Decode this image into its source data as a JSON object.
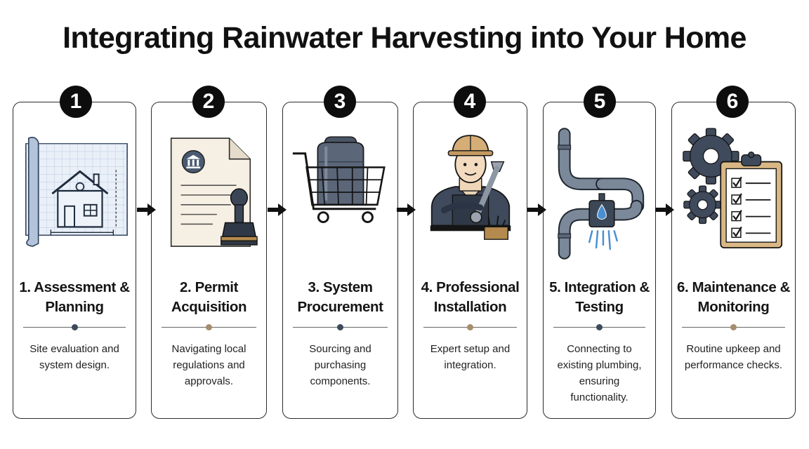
{
  "title": "Integrating Rainwater Harvesting into Your Home",
  "colors": {
    "navy_dot": "#3c4a5c",
    "tan_dot": "#a58d6c",
    "card_border": "#2b2b2b"
  },
  "steps": [
    {
      "number": "1",
      "title": "1. Assessment & Planning",
      "description": "Site evaluation and system design.",
      "icon": "house-blueprint-icon"
    },
    {
      "number": "2",
      "title": "2. Permit Acquisition",
      "description": "Navigating local regulations and approvals.",
      "icon": "permit-document-stamp-icon"
    },
    {
      "number": "3",
      "title": "3. System Procurement",
      "description": "Sourcing and purchasing components.",
      "icon": "shopping-cart-tank-icon"
    },
    {
      "number": "4",
      "title": "4. Professional Installation",
      "description": "Expert setup and integration.",
      "icon": "plumber-wrench-icon"
    },
    {
      "number": "5",
      "title": "5. Integration & Testing",
      "description": "Connecting to existing plumbing, ensuring functionality.",
      "icon": "pipes-valve-icon"
    },
    {
      "number": "6",
      "title": "6. Maintenance & Monitoring",
      "description": "Routine upkeep and performance checks.",
      "icon": "gears-checklist-icon"
    }
  ]
}
